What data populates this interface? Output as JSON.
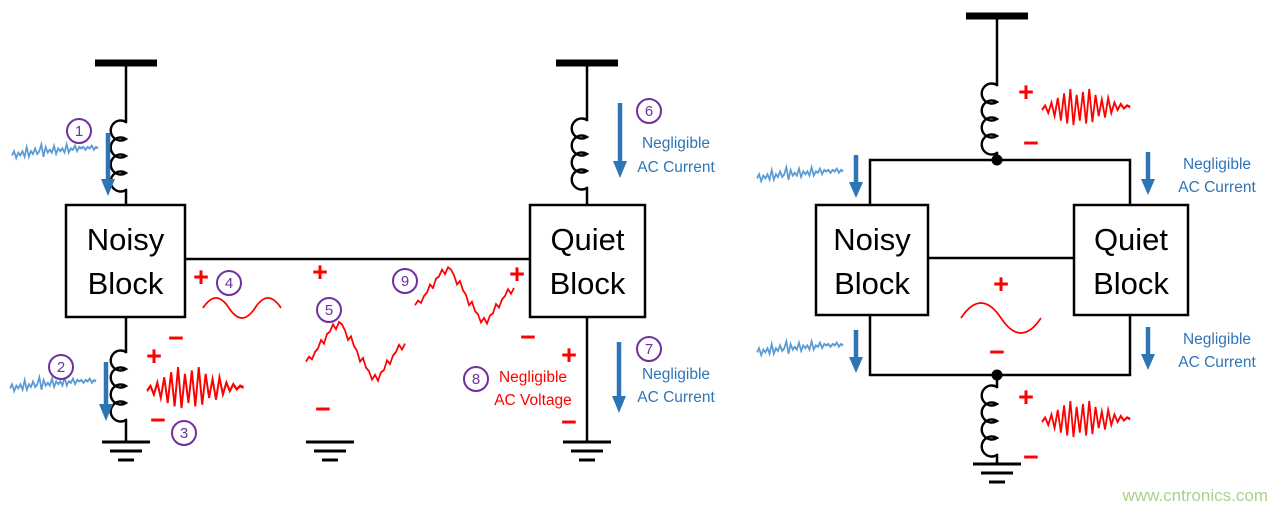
{
  "diagram": {
    "left": {
      "noisy_block": {
        "line1": "Noisy",
        "line2": "Block"
      },
      "quiet_block": {
        "line1": "Quiet",
        "line2": "Block"
      },
      "markers": {
        "m1": "1",
        "m2": "2",
        "m3": "3",
        "m4": "4",
        "m5": "5",
        "m6": "6",
        "m7": "7",
        "m8": "8",
        "m9": "9"
      },
      "neg_current": {
        "line1": "Negligible",
        "line2": "AC Current"
      },
      "neg_voltage": {
        "line1": "Negligible",
        "line2": "AC Voltage"
      }
    },
    "right": {
      "noisy_block": {
        "line1": "Noisy",
        "line2": "Block"
      },
      "quiet_block": {
        "line1": "Quiet",
        "line2": "Block"
      },
      "neg_current": {
        "line1": "Negligible",
        "line2": "AC Current"
      }
    },
    "signs": {
      "plus": "+",
      "minus": "−"
    },
    "watermark": "www.cntronics.com",
    "colors": {
      "wire": "#000000",
      "signal_red": "#FF0000",
      "current_blue": "#2E75B6",
      "waveform_blue": "#5B9BD5",
      "marker_purple": "#7030A0",
      "watermark_green": "#A9D18D"
    }
  }
}
